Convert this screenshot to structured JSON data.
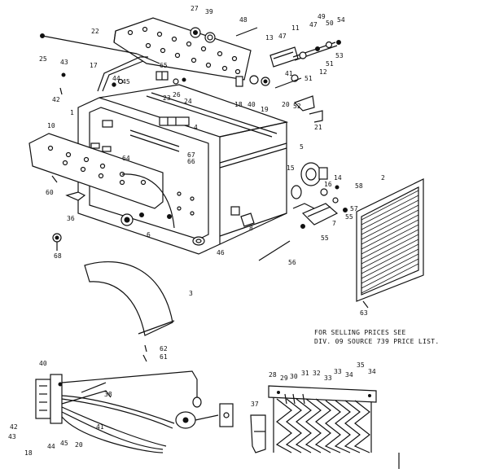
{
  "note": {
    "line1": "FOR SELLING PRICES SEE",
    "line2": "DIV. 09 SOURCE 739 PRICE LIST."
  },
  "labels": {
    "l27": "27",
    "l39": "39",
    "l48": "48",
    "l49": "49",
    "l50": "50",
    "l54": "54",
    "l22": "22",
    "l13": "13",
    "l47a": "47",
    "l11": "11",
    "l47b": "47",
    "l25": "25",
    "l43a": "43",
    "l17": "17",
    "l53": "53",
    "l51a": "51",
    "l12": "12",
    "l44a": "44",
    "l45a": "45",
    "l65": "65",
    "l41": "41",
    "l51b": "51",
    "l42a": "42",
    "l23": "23",
    "l26": "26",
    "l24": "24",
    "l18a": "18",
    "l40a": "40",
    "l19": "19",
    "l20a": "20",
    "l52": "52",
    "l1": "1",
    "l4": "4",
    "l21": "21",
    "l10": "10",
    "l64": "64",
    "l67": "67",
    "l66": "66",
    "l5": "5",
    "l15": "15",
    "l14": "14",
    "l2": "2",
    "l58": "58",
    "l60": "60",
    "l16": "16",
    "l57": "57",
    "l36": "36",
    "l8": "8",
    "l7": "7",
    "l55a": "55",
    "l6": "6",
    "l55b": "55",
    "l68": "68",
    "l46": "46",
    "l56": "56",
    "l3": "3",
    "l63": "63",
    "l62": "62",
    "l61": "61",
    "l40b": "40",
    "l38": "38",
    "l42b": "42",
    "l43b": "43",
    "l18b": "18",
    "l44b": "44",
    "l45b": "45",
    "l20b": "20",
    "l41b": "41",
    "l28": "28",
    "l29": "29",
    "l30": "30",
    "l31": "31",
    "l32": "32",
    "l33a": "33",
    "l33b": "33",
    "l34a": "34",
    "l35": "35",
    "l34b": "34",
    "l37": "37"
  }
}
